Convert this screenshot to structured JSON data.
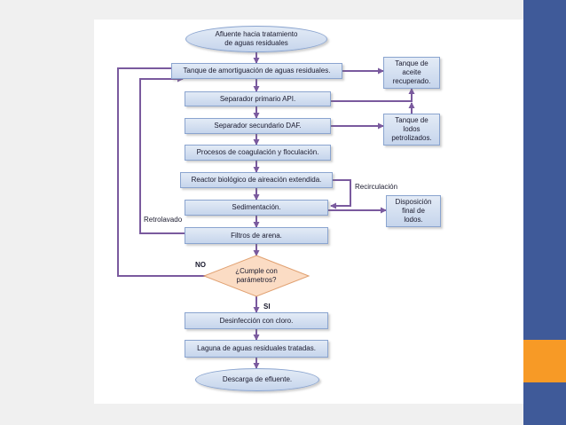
{
  "nodes": {
    "start": "Afluente hacia tratamiento\nde aguas residuales",
    "tank": "Tanque de amortiguación de aguas residuales.",
    "api": "Separador primario API.",
    "daf": "Separador secundario DAF.",
    "coag": "Procesos de coagulación y floculación.",
    "reactor": "Reactor biológico de aireación extendida.",
    "sedim": "Sedimentación.",
    "filters": "Filtros de arena.",
    "decision": "¿Cumple con\nparámetros?",
    "disinf": "Desinfección con cloro.",
    "lagoon": "Laguna de aguas residuales tratadas.",
    "end": "Descarga de efluente.",
    "oil_tank": "Tanque de\naceite\nrecuperado.",
    "sludge_tank": "Tanque de\nlodos\npetrolizados.",
    "disposal": "Disposición\nfinal de\nlodos."
  },
  "labels": {
    "recirculacion": "Recirculación",
    "retrolavado": "Retrolavado",
    "no": "NO",
    "si": "SI"
  },
  "colors": {
    "arrow": "#7a5a9e",
    "decision_fill": "#fbdcc4",
    "decision_stroke": "#e0a070",
    "accent_blue": "#3f5a99",
    "accent_orange": "#f79a26"
  }
}
